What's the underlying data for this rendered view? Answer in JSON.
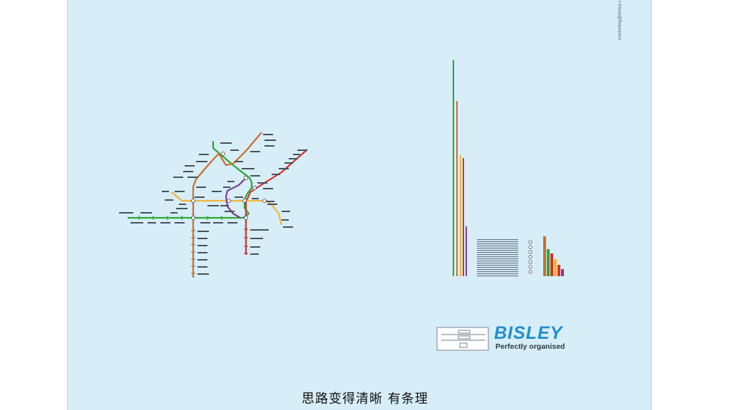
{
  "email": "marketing@bisley.com",
  "brand": "BISLEY",
  "tagline": "Perfectly organised",
  "caption": "思路变得清晰 有条理",
  "colors": {
    "panel": "#d7edf8",
    "brand_blue": "#1f8fd0",
    "line_green": "#2aa836",
    "line_orange": "#d2782c",
    "line_red": "#d8322b",
    "line_yellow": "#f0b43a",
    "line_purple": "#7d3c98"
  },
  "icons": [
    "filing-cabinet-icon"
  ]
}
